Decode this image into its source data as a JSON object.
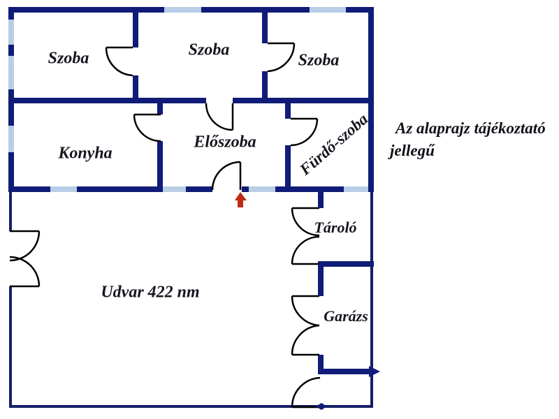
{
  "diagram": {
    "type": "floor-plan",
    "rooms": [
      {
        "name": "szoba-1",
        "label": "Szoba"
      },
      {
        "name": "szoba-2",
        "label": "Szoba"
      },
      {
        "name": "szoba-3",
        "label": "Szoba"
      },
      {
        "name": "konyha",
        "label": "Konyha"
      },
      {
        "name": "eloszoba",
        "label": "Előszoba"
      },
      {
        "name": "furdo-szoba",
        "label": "Fürdő-szoba"
      },
      {
        "name": "tarolo",
        "label": "Tároló"
      },
      {
        "name": "garazs",
        "label": "Garázs"
      }
    ],
    "yard": {
      "label": "Udvar 422 nm"
    },
    "annotation": {
      "line1": "Az alaprajz tájékoztató",
      "line2": "jellegű"
    },
    "colors": {
      "wall": "#101c77",
      "window": "#b9cde6",
      "door_line": "#000000",
      "entrance_arrow": "#bf2b17",
      "text": "#15151f",
      "background": "#ffffff"
    }
  }
}
